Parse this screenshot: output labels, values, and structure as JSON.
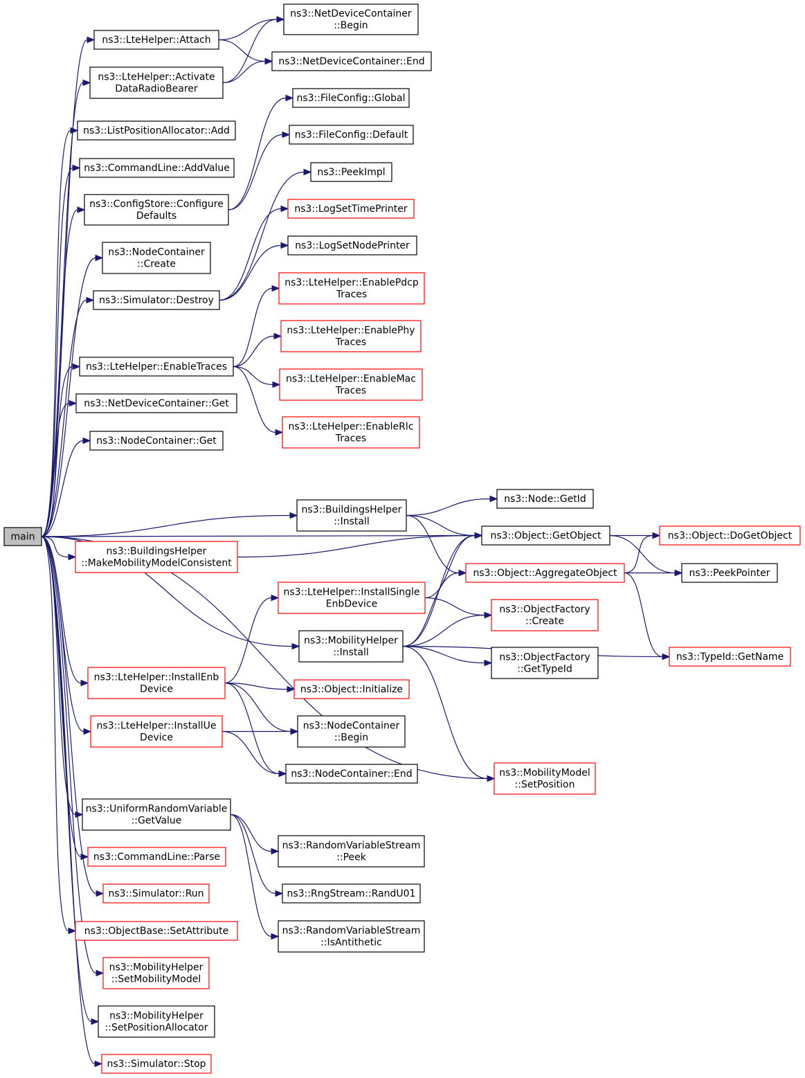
{
  "colors": {
    "edge": "#191970",
    "default_border": "#000000",
    "red_border": "#ff0000",
    "root_fill": "#bfbfbf"
  },
  "nodes": {
    "main": {
      "lines": [
        "main"
      ],
      "style": "root"
    },
    "lte_attach": {
      "lines": [
        "ns3::LteHelper::Attach"
      ],
      "style": "black"
    },
    "ndc_begin": {
      "lines": [
        "ns3::NetDeviceContainer",
        "::Begin"
      ],
      "style": "black"
    },
    "ndc_end": {
      "lines": [
        "ns3::NetDeviceContainer::End"
      ],
      "style": "black"
    },
    "lte_activate": {
      "lines": [
        "ns3::LteHelper::Activate",
        "DataRadioBearer"
      ],
      "style": "black"
    },
    "filecfg_global": {
      "lines": [
        "ns3::FileConfig::Global"
      ],
      "style": "black"
    },
    "lpa_add": {
      "lines": [
        "ns3::ListPositionAllocator::Add"
      ],
      "style": "black"
    },
    "filecfg_default": {
      "lines": [
        "ns3::FileConfig::Default"
      ],
      "style": "black"
    },
    "cmd_addvalue": {
      "lines": [
        "ns3::CommandLine::AddValue"
      ],
      "style": "black"
    },
    "peekimpl": {
      "lines": [
        "ns3::PeekImpl"
      ],
      "style": "black"
    },
    "configstore": {
      "lines": [
        "ns3::ConfigStore::Configure",
        "Defaults"
      ],
      "style": "black"
    },
    "logsettime": {
      "lines": [
        "ns3::LogSetTimePrinter"
      ],
      "style": "red"
    },
    "logsetnode": {
      "lines": [
        "ns3::LogSetNodePrinter"
      ],
      "style": "black"
    },
    "nc_create": {
      "lines": [
        "ns3::NodeContainer",
        "::Create"
      ],
      "style": "black"
    },
    "sim_destroy": {
      "lines": [
        "ns3::Simulator::Destroy"
      ],
      "style": "black"
    },
    "lte_enablepdcp": {
      "lines": [
        "ns3::LteHelper::EnablePdcp",
        "Traces"
      ],
      "style": "red"
    },
    "lte_enablephy": {
      "lines": [
        "ns3::LteHelper::EnablePhy",
        "Traces"
      ],
      "style": "red"
    },
    "lte_enabletraces": {
      "lines": [
        "ns3::LteHelper::EnableTraces"
      ],
      "style": "black"
    },
    "lte_enablemac": {
      "lines": [
        "ns3::LteHelper::EnableMac",
        "Traces"
      ],
      "style": "red"
    },
    "ndc_get": {
      "lines": [
        "ns3::NetDeviceContainer::Get"
      ],
      "style": "black"
    },
    "lte_enablerlc": {
      "lines": [
        "ns3::LteHelper::EnableRlc",
        "Traces"
      ],
      "style": "red"
    },
    "nc_get": {
      "lines": [
        "ns3::NodeContainer::Get"
      ],
      "style": "black"
    },
    "node_getid": {
      "lines": [
        "ns3::Node::GetId"
      ],
      "style": "black"
    },
    "bh_install": {
      "lines": [
        "ns3::BuildingsHelper",
        "::Install"
      ],
      "style": "black"
    },
    "obj_getobject": {
      "lines": [
        "ns3::Object::GetObject"
      ],
      "style": "black"
    },
    "obj_dogetobject": {
      "lines": [
        "ns3::Object::DoGetObject"
      ],
      "style": "red"
    },
    "bh_makemob": {
      "lines": [
        "ns3::BuildingsHelper",
        "::MakeMobilityModelConsistent"
      ],
      "style": "red"
    },
    "obj_aggregate": {
      "lines": [
        "ns3::Object::AggregateObject"
      ],
      "style": "red"
    },
    "peekpointer": {
      "lines": [
        "ns3::PeekPointer"
      ],
      "style": "black"
    },
    "lte_installsingle": {
      "lines": [
        "ns3::LteHelper::InstallSingle",
        "EnbDevice"
      ],
      "style": "red"
    },
    "of_create": {
      "lines": [
        "ns3::ObjectFactory",
        "::Create"
      ],
      "style": "red"
    },
    "mh_install": {
      "lines": [
        "ns3::MobilityHelper",
        "::Install"
      ],
      "style": "black"
    },
    "of_gettypeid": {
      "lines": [
        "ns3::ObjectFactory",
        "::GetTypeId"
      ],
      "style": "black"
    },
    "typeid_getname": {
      "lines": [
        "ns3::TypeId::GetName"
      ],
      "style": "red"
    },
    "lte_installenb": {
      "lines": [
        "ns3::LteHelper::InstallEnb",
        "Device"
      ],
      "style": "red"
    },
    "obj_initialize": {
      "lines": [
        "ns3::Object::Initialize"
      ],
      "style": "red"
    },
    "nc_begin": {
      "lines": [
        "ns3::NodeContainer",
        "::Begin"
      ],
      "style": "black"
    },
    "lte_installue": {
      "lines": [
        "ns3::LteHelper::InstallUe",
        "Device"
      ],
      "style": "red"
    },
    "nc_end": {
      "lines": [
        "ns3::NodeContainer::End"
      ],
      "style": "black"
    },
    "mm_setposition": {
      "lines": [
        "ns3::MobilityModel",
        "::SetPosition"
      ],
      "style": "red"
    },
    "urv_getvalue": {
      "lines": [
        "ns3::UniformRandomVariable",
        "::GetValue"
      ],
      "style": "black"
    },
    "rvs_peek": {
      "lines": [
        "ns3::RandomVariableStream",
        "::Peek"
      ],
      "style": "black"
    },
    "cmd_parse": {
      "lines": [
        "ns3::CommandLine::Parse"
      ],
      "style": "red"
    },
    "rng_randu01": {
      "lines": [
        "ns3::RngStream::RandU01"
      ],
      "style": "black"
    },
    "sim_run": {
      "lines": [
        "ns3::Simulator::Run"
      ],
      "style": "red"
    },
    "rvs_isanti": {
      "lines": [
        "ns3::RandomVariableStream",
        "::IsAntithetic"
      ],
      "style": "black"
    },
    "ob_setattr": {
      "lines": [
        "ns3::ObjectBase::SetAttribute"
      ],
      "style": "red"
    },
    "mh_setmobility": {
      "lines": [
        "ns3::MobilityHelper",
        "::SetMobilityModel"
      ],
      "style": "red"
    },
    "mh_setposalloc": {
      "lines": [
        "ns3::MobilityHelper",
        "::SetPositionAllocator"
      ],
      "style": "black"
    },
    "sim_stop": {
      "lines": [
        "ns3::Simulator::Stop"
      ],
      "style": "red"
    }
  },
  "edges": [
    [
      "main",
      "lte_attach"
    ],
    [
      "main",
      "lte_activate"
    ],
    [
      "main",
      "lpa_add"
    ],
    [
      "main",
      "cmd_addvalue"
    ],
    [
      "main",
      "configstore"
    ],
    [
      "main",
      "nc_create"
    ],
    [
      "main",
      "sim_destroy"
    ],
    [
      "main",
      "lte_enabletraces"
    ],
    [
      "main",
      "ndc_get"
    ],
    [
      "main",
      "nc_get"
    ],
    [
      "main",
      "obj_getobject"
    ],
    [
      "main",
      "bh_install"
    ],
    [
      "main",
      "bh_makemob"
    ],
    [
      "main",
      "mh_install"
    ],
    [
      "main",
      "lte_installenb"
    ],
    [
      "main",
      "lte_installue"
    ],
    [
      "main",
      "mm_setposition"
    ],
    [
      "main",
      "urv_getvalue"
    ],
    [
      "main",
      "cmd_parse"
    ],
    [
      "main",
      "sim_run"
    ],
    [
      "main",
      "ob_setattr"
    ],
    [
      "main",
      "mh_setmobility"
    ],
    [
      "main",
      "mh_setposalloc"
    ],
    [
      "main",
      "sim_stop"
    ],
    [
      "lte_attach",
      "ndc_begin"
    ],
    [
      "lte_attach",
      "ndc_end"
    ],
    [
      "lte_activate",
      "ndc_begin"
    ],
    [
      "lte_activate",
      "ndc_end"
    ],
    [
      "configstore",
      "filecfg_global"
    ],
    [
      "configstore",
      "filecfg_default"
    ],
    [
      "sim_destroy",
      "peekimpl"
    ],
    [
      "sim_destroy",
      "logsettime"
    ],
    [
      "sim_destroy",
      "logsetnode"
    ],
    [
      "lte_enabletraces",
      "lte_enablepdcp"
    ],
    [
      "lte_enabletraces",
      "lte_enablephy"
    ],
    [
      "lte_enabletraces",
      "lte_enablemac"
    ],
    [
      "lte_enabletraces",
      "lte_enablerlc"
    ],
    [
      "bh_install",
      "node_getid"
    ],
    [
      "bh_install",
      "obj_getobject"
    ],
    [
      "bh_install",
      "obj_aggregate"
    ],
    [
      "bh_makemob",
      "obj_getobject"
    ],
    [
      "obj_getobject",
      "obj_dogetobject"
    ],
    [
      "obj_getobject",
      "peekpointer"
    ],
    [
      "obj_aggregate",
      "obj_dogetobject"
    ],
    [
      "obj_aggregate",
      "peekpointer"
    ],
    [
      "obj_aggregate",
      "typeid_getname"
    ],
    [
      "lte_installsingle",
      "obj_getobject"
    ],
    [
      "lte_installsingle",
      "of_create"
    ],
    [
      "mh_install",
      "obj_getobject"
    ],
    [
      "mh_install",
      "obj_aggregate"
    ],
    [
      "mh_install",
      "of_create"
    ],
    [
      "mh_install",
      "of_gettypeid"
    ],
    [
      "mh_install",
      "typeid_getname"
    ],
    [
      "mh_install",
      "mm_setposition"
    ],
    [
      "lte_installenb",
      "lte_installsingle"
    ],
    [
      "lte_installenb",
      "obj_initialize"
    ],
    [
      "lte_installenb",
      "nc_begin"
    ],
    [
      "lte_installenb",
      "nc_end"
    ],
    [
      "lte_installue",
      "nc_begin"
    ],
    [
      "lte_installue",
      "nc_end"
    ],
    [
      "urv_getvalue",
      "rvs_peek"
    ],
    [
      "urv_getvalue",
      "rng_randu01"
    ],
    [
      "urv_getvalue",
      "rvs_isanti"
    ]
  ]
}
